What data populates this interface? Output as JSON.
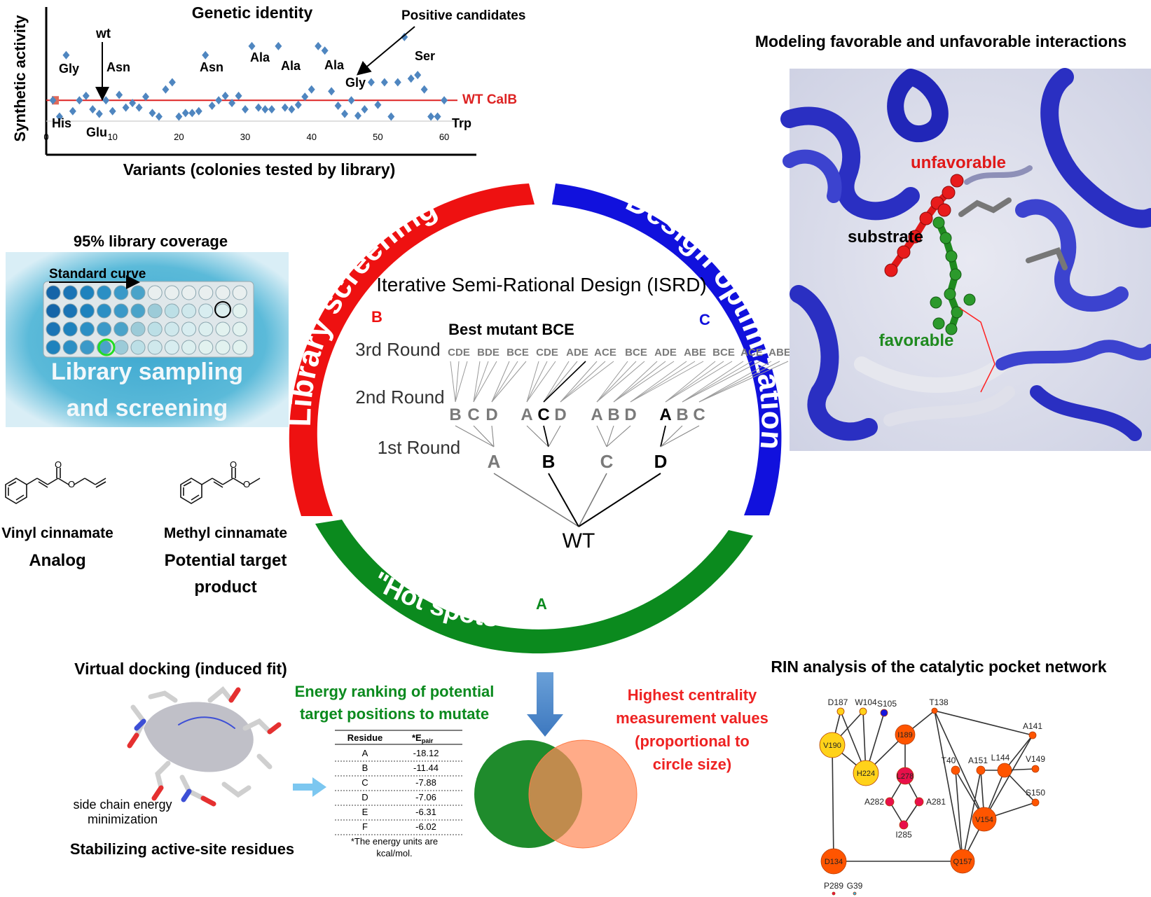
{
  "colors": {
    "red": "#ee1111",
    "blue": "#1111dd",
    "green": "#0b8a1e",
    "wt_line": "#dd2222",
    "marker": "#4f86c0",
    "gray_tree": "#7a7a7a",
    "rin_orange": "#ff5500",
    "rin_yellow": "#ffd21a",
    "rin_magenta": "#e8104a",
    "rin_blue": "#1515dd"
  },
  "screening_chart": {
    "title": "Genetic identity",
    "ylabel": "Synthetic activity",
    "xlabel": "Variants (colonies tested by library)",
    "ref_line_label": "WT CalB",
    "positive_label": "Positive candidates",
    "wt_label": "wt",
    "residue_labels": [
      "Gly",
      "Asn",
      "Asn",
      "Ala",
      "Ala",
      "Ala",
      "Gly",
      "Ser",
      "His",
      "Glu",
      "Trp"
    ],
    "xticks": [
      "0",
      "10",
      "20",
      "30",
      "40",
      "50",
      "60"
    ]
  },
  "chart_data": {
    "type": "scatter",
    "title": "Genetic identity",
    "xlabel": "Variants (colonies tested by library)",
    "ylabel": "Synthetic activity",
    "xlim": [
      0,
      62
    ],
    "reference_line": {
      "name": "WT CalB",
      "y": 1.0
    },
    "series": [
      {
        "x": [
          1,
          2,
          3,
          4,
          5,
          6,
          7,
          8,
          9,
          10,
          11,
          12,
          13,
          14,
          15,
          16,
          17,
          18,
          19,
          20,
          21,
          22,
          23,
          24,
          25,
          26,
          27,
          28,
          29,
          30,
          31,
          32,
          33,
          34,
          35,
          36,
          37,
          38,
          39,
          40,
          41,
          42,
          43,
          44,
          45,
          46,
          47,
          48,
          49,
          50,
          51,
          52,
          53,
          54,
          55,
          56,
          57,
          58,
          59,
          60
        ],
        "y": [
          1.0,
          0.82,
          1.5,
          0.88,
          1.0,
          1.05,
          0.9,
          0.85,
          1.0,
          0.88,
          1.06,
          0.92,
          0.97,
          0.92,
          1.04,
          0.86,
          0.82,
          1.12,
          1.2,
          0.82,
          0.86,
          0.86,
          0.88,
          1.5,
          0.94,
          1.0,
          1.05,
          0.97,
          1.05,
          0.9,
          1.6,
          0.92,
          0.9,
          0.9,
          1.6,
          0.92,
          0.9,
          0.95,
          1.04,
          1.12,
          1.6,
          1.55,
          1.1,
          0.94,
          0.85,
          1.0,
          0.83,
          0.9,
          1.2,
          0.95,
          1.2,
          0.82,
          1.2,
          1.7,
          1.24,
          1.28,
          1.12,
          0.82,
          0.82,
          1.0
        ]
      }
    ]
  },
  "plate": {
    "title": "95% library coverage",
    "curve_label": "Standard curve",
    "overlay_line1": "Library sampling",
    "overlay_line2": "and screening"
  },
  "molecules": [
    {
      "name": "Vinyl cinnamate",
      "role": "Analog"
    },
    {
      "name": "Methyl cinnamate",
      "role_line1": "Potential target",
      "role_line2": "product"
    }
  ],
  "cycle": {
    "arc_left": "Library screening",
    "arc_right": "Design optimization",
    "arc_bottom": "\"Hot spots\" identification",
    "title": "Iterative Semi-Rational Design (ISRD)",
    "letter_b": "B",
    "letter_c": "C",
    "letter_a": "A",
    "best_label": "Best mutant BCE",
    "round3": "3rd Round",
    "round2": "2nd Round",
    "round1": "1st Round",
    "root": "WT",
    "round1_nodes": [
      "A",
      "B",
      "C",
      "D"
    ],
    "round2_nodes": [
      "B",
      "C",
      "D",
      "A",
      "C",
      "D",
      "A",
      "B",
      "D",
      "A",
      "B",
      "C"
    ],
    "round3_nodes": [
      "CDE",
      "BDE",
      "BCE",
      "CDE",
      "ADE",
      "ACE",
      "BCE",
      "ADE",
      "ABE",
      "BCE",
      "ACE",
      "ABE"
    ]
  },
  "modeling": {
    "title": "Modeling favorable and unfavorable interactions",
    "unfavorable": "unfavorable",
    "substrate": "substrate",
    "favorable": "favorable"
  },
  "docking": {
    "title": "Virtual docking (induced fit)",
    "note_line1": "side chain energy",
    "note_line2": "minimization",
    "footer": "Stabilizing active-site residues"
  },
  "energy": {
    "title_line1": "Energy ranking of potential",
    "title_line2": "target positions to mutate",
    "col_residue": "Residue",
    "col_energy": "*E",
    "col_energy_sub": "pair",
    "rows": [
      [
        "A",
        "-18.12"
      ],
      [
        "B",
        "-11.44"
      ],
      [
        "C",
        "-7.88"
      ],
      [
        "D",
        "-7.06"
      ],
      [
        "E",
        "-6.31"
      ],
      [
        "F",
        "-6.02"
      ]
    ],
    "footnote_line1": "*The energy units are",
    "footnote_line2": "kcal/mol."
  },
  "centrality": {
    "line1": "Highest centrality",
    "line2": "measurement values",
    "line3": "(proportional to",
    "line4": "circle size)"
  },
  "rin": {
    "title": "RIN analysis of the catalytic pocket network",
    "nodes": [
      "D187",
      "W104",
      "S105",
      "T138",
      "A141",
      "V190",
      "I189",
      "H224",
      "T40",
      "A151",
      "L144",
      "V149",
      "L278",
      "S150",
      "A282",
      "A281",
      "V154",
      "I285",
      "D134",
      "Q157",
      "P289",
      "G39"
    ]
  }
}
